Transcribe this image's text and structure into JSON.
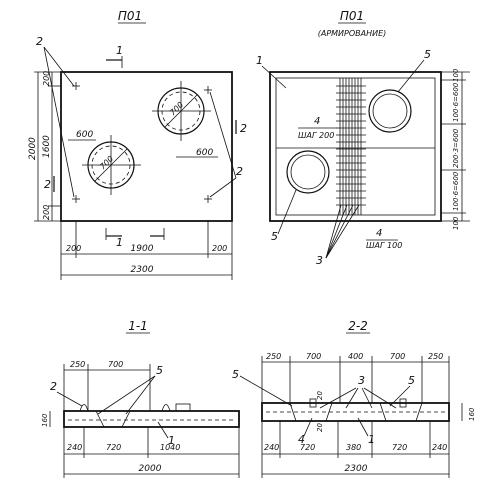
{
  "drawing": {
    "plan": {
      "title": "П01",
      "marks": {
        "mark_2": "2",
        "mark_1_top": "1",
        "mark_1_bottom": "1",
        "mark_2_right": "2",
        "mark_2_left": "2",
        "mark_2_bottom_right": "2"
      },
      "dims": {
        "v_200_top": "200",
        "v_1600": "1600",
        "v_2000": "2000",
        "v_200_bottom": "200",
        "d_600_left": "600",
        "d_600_right": "600",
        "d_700_a": "700",
        "d_700_b": "700",
        "h_200_left": "200",
        "h_1900": "1900",
        "h_200_right": "200",
        "h_2300": "2300"
      }
    },
    "reinforcement": {
      "title": "П01",
      "subtitle": "(АРМИРОВАНИЕ)",
      "marks": {
        "mark_1": "1",
        "mark_5_top": "5",
        "mark_4_top": "4",
        "mark_5_left": "5",
        "mark_4_bottom": "4",
        "mark_3": "3"
      },
      "notes": {
        "step_200": "ШАГ 200",
        "step_100": "ШАГ 100"
      },
      "dims": {
        "r_100_top": "100",
        "r_1_3": "100·6=600",
        "r_2_3": "200·3=600",
        "r_3_3": "100·6=600",
        "r_100_bottom": "100"
      }
    },
    "section_1_1": {
      "title": "1-1",
      "marks": {
        "mark_2": "2",
        "mark_5": "5",
        "mark_1": "1"
      },
      "dims": {
        "t_250": "250",
        "t_700": "700",
        "v_160": "160",
        "b_240": "240",
        "b_720": "720",
        "b_1040": "1040",
        "b_2000": "2000"
      }
    },
    "section_2_2": {
      "title": "2-2",
      "marks": {
        "mark_5": "5",
        "mark_3": "3",
        "mark_5_right": "5",
        "mark_4": "4",
        "mark_1": "1"
      },
      "dims": {
        "t_250_l": "250",
        "t_700_l": "700",
        "t_400": "400",
        "t_700_r": "700",
        "t_250_r": "250",
        "v_20_top": "20",
        "v_20_bottom": "20",
        "v_160": "160",
        "b_240_l": "240",
        "b_720_l": "720",
        "b_380": "380",
        "b_720_r": "720",
        "b_240_r": "240",
        "b_2300": "2300"
      }
    }
  }
}
